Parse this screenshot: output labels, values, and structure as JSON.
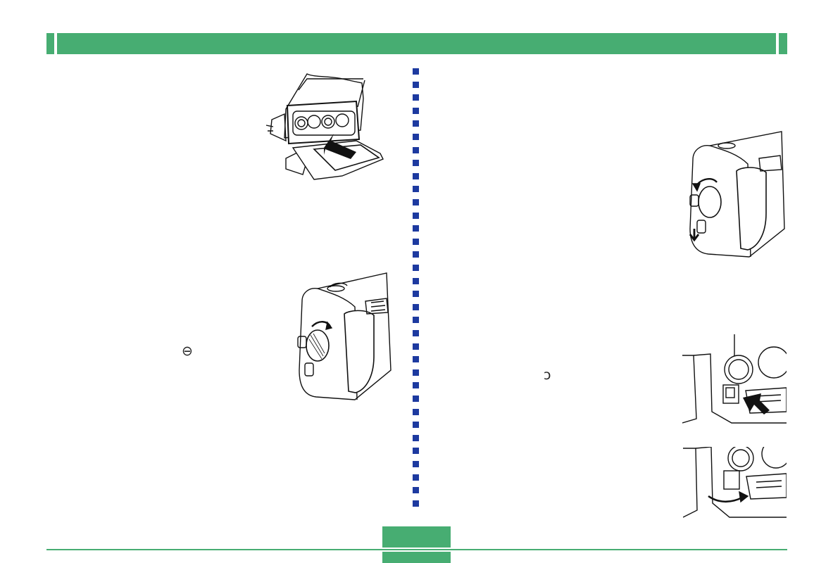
{
  "header": {
    "color": "#47ad72"
  },
  "divider": {
    "color": "#1d3aa0"
  },
  "symbols": {
    "lock_mark": "⊖",
    "unlock_mark": "ↄ"
  },
  "illustrations": [
    "card-insertion-illustration",
    "card-slot-close-illustration",
    "card-slot-open-illustration",
    "eject-button-illustration",
    "card-removal-illustration"
  ],
  "footer": {
    "color": "#47ad72"
  }
}
